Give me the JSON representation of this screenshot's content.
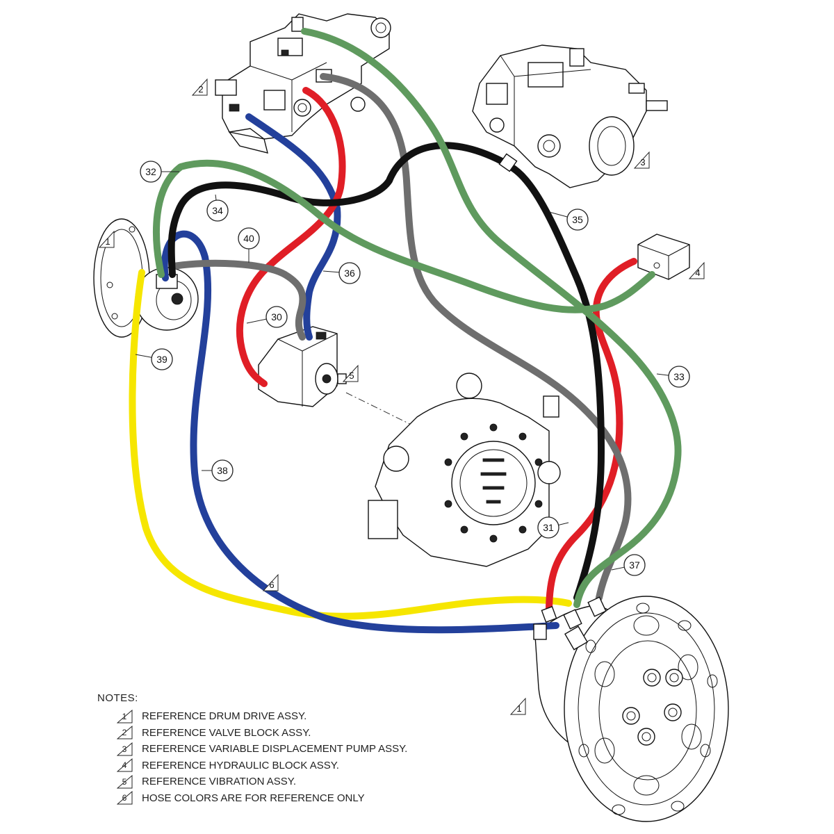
{
  "callouts": [
    "32",
    "34",
    "40",
    "36",
    "30",
    "35",
    "39",
    "38",
    "33",
    "31",
    "37"
  ],
  "reference_marks": [
    "1",
    "2",
    "3",
    "4",
    "5",
    "6",
    "1"
  ],
  "hose_colors": {
    "green": "#5f9a5e",
    "black": "#111111",
    "gray": "#6e6e6e",
    "red": "#e01e26",
    "blue": "#23409b",
    "yellow": "#f6e600"
  },
  "notes": {
    "heading": "NOTES:",
    "items": [
      {
        "num": "1",
        "text": "REFERENCE DRUM DRIVE ASSY."
      },
      {
        "num": "2",
        "text": "REFERENCE VALVE BLOCK ASSY."
      },
      {
        "num": "3",
        "text": "REFERENCE VARIABLE DISPLACEMENT PUMP ASSY."
      },
      {
        "num": "4",
        "text": "REFERENCE HYDRAULIC BLOCK ASSY."
      },
      {
        "num": "5",
        "text": "REFERENCE VIBRATION ASSY."
      },
      {
        "num": "6",
        "text": "HOSE COLORS ARE FOR REFERENCE ONLY"
      }
    ]
  }
}
